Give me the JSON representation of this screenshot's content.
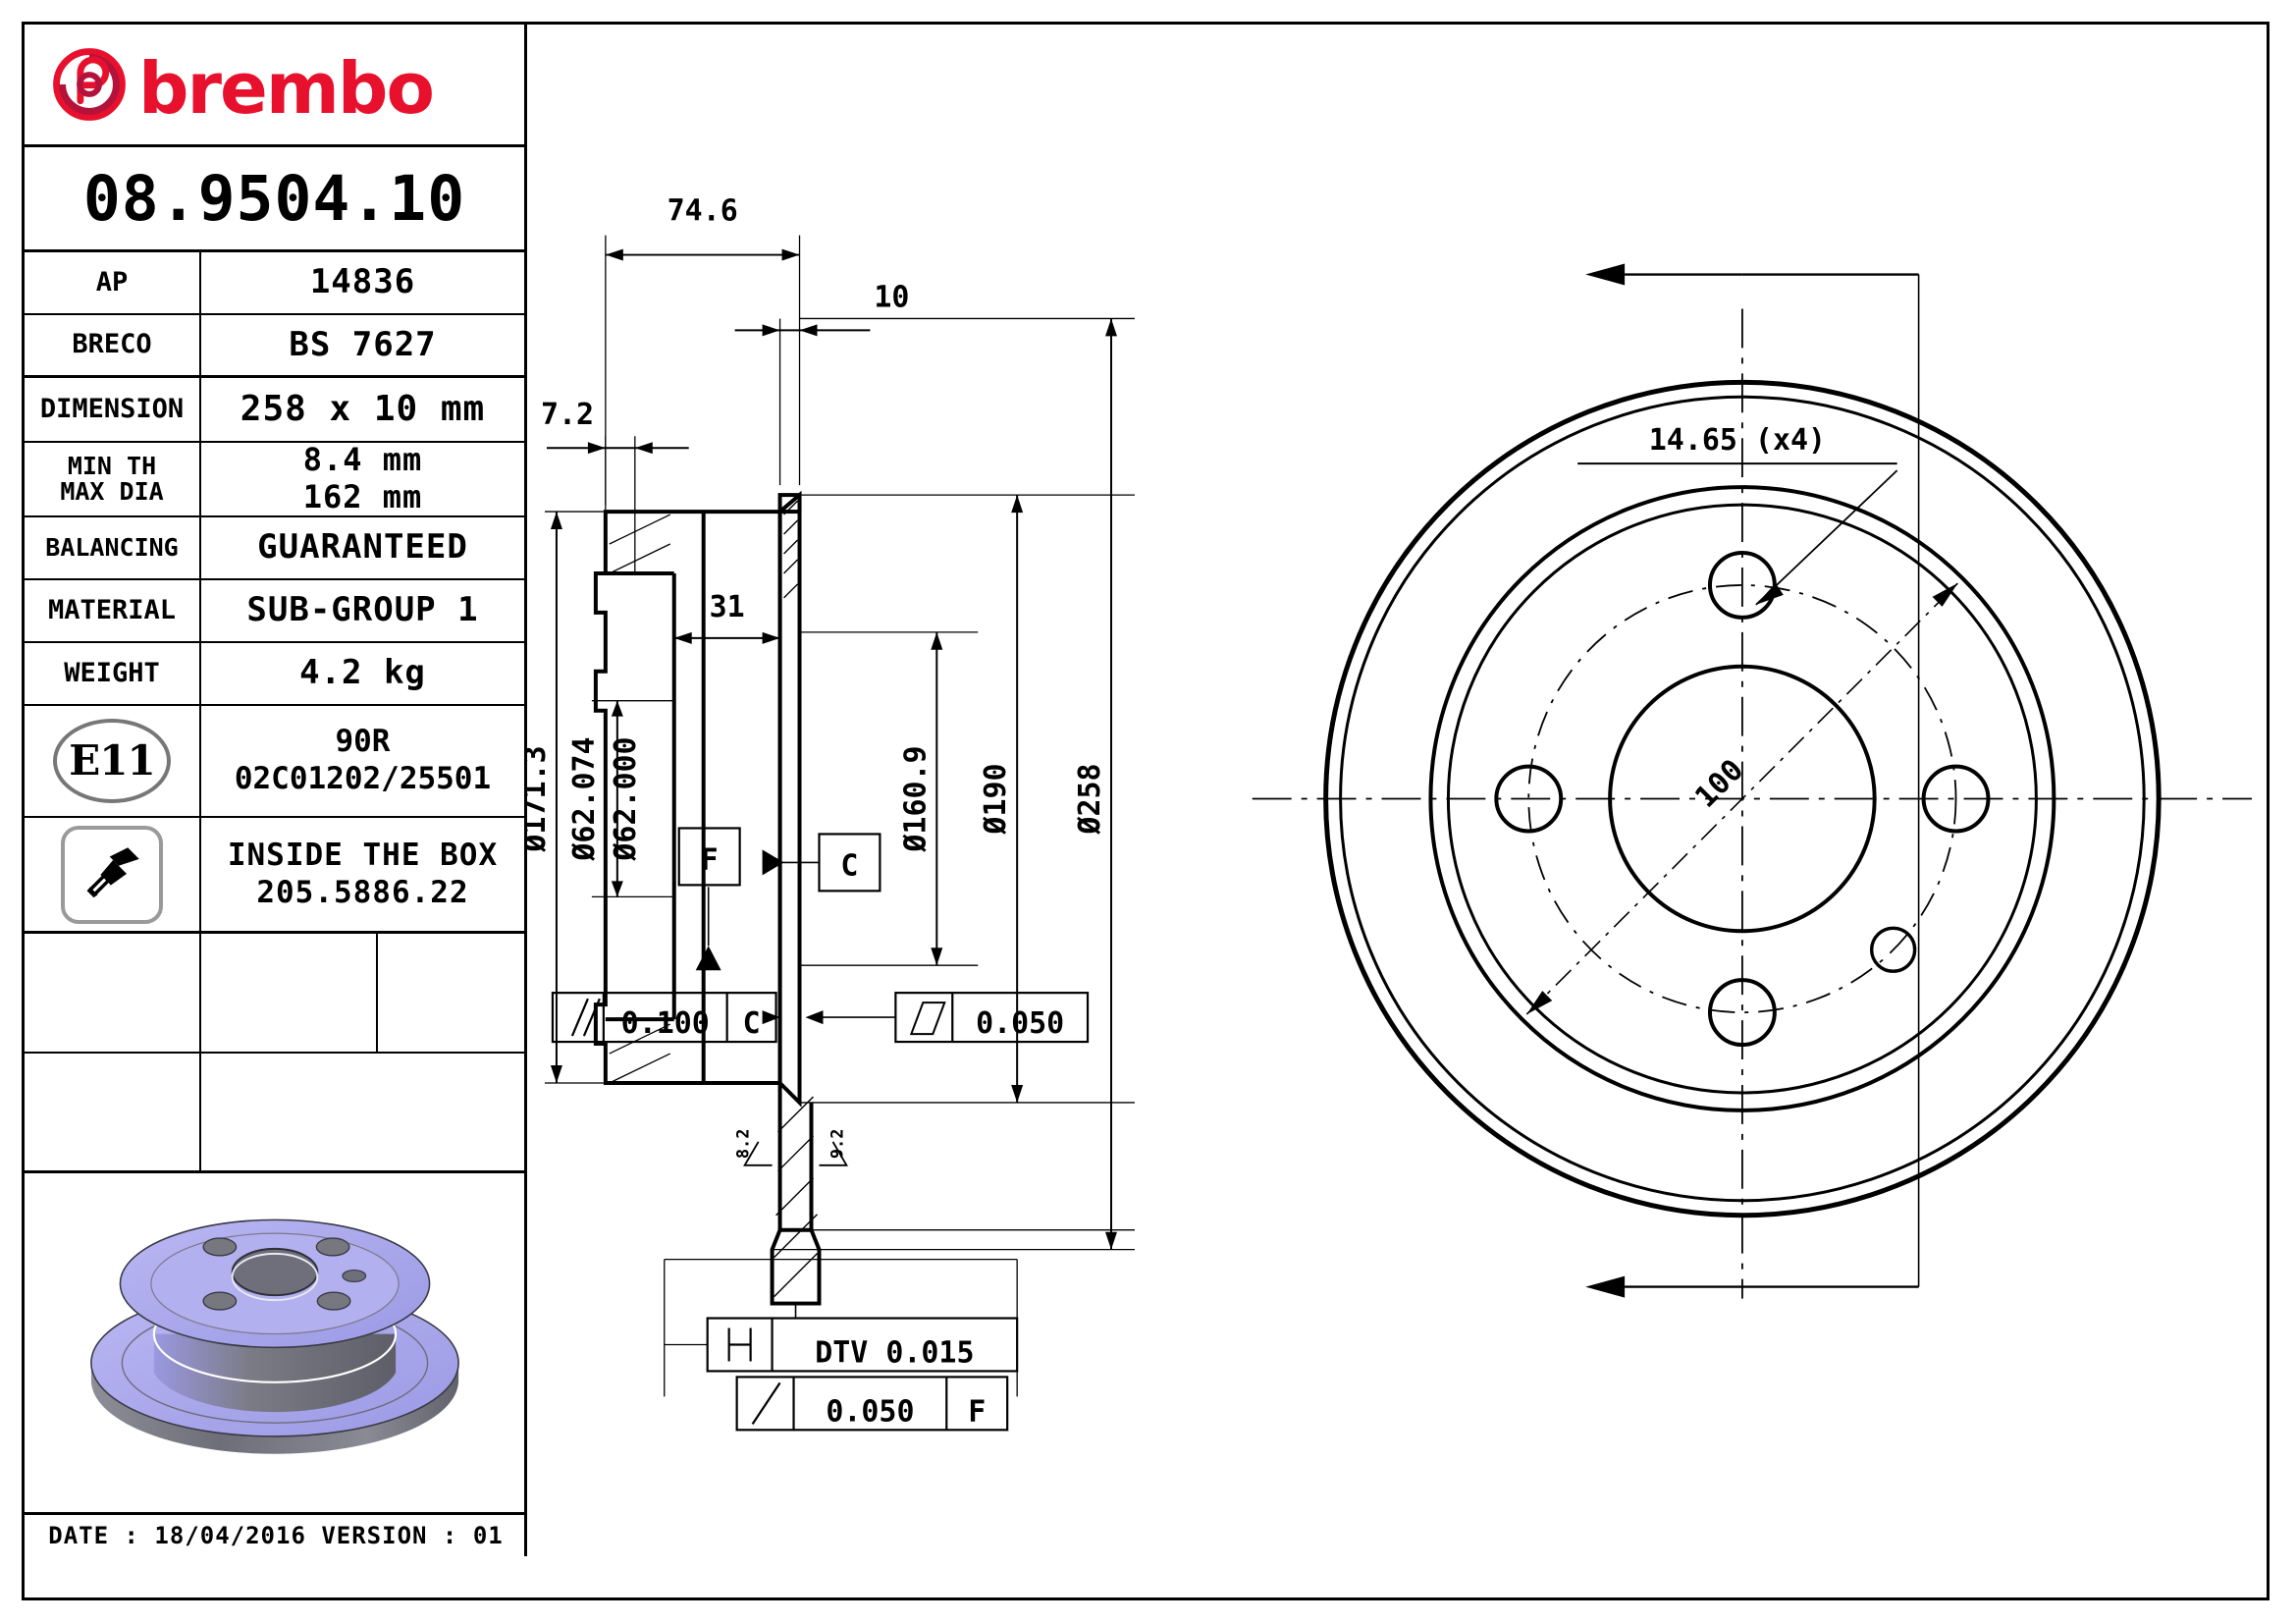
{
  "brand": {
    "name": "brembo",
    "logo_color": "#e8112d",
    "logo_icon": "brembo-swirl-icon"
  },
  "part": {
    "code": "08.9504.10"
  },
  "spec_rows": [
    {
      "label": "AP",
      "value": "14836"
    },
    {
      "label": "BRECO",
      "value": "BS 7627"
    },
    {
      "label": "DIMENSION",
      "value": "258 x 10 mm"
    },
    {
      "label": "MIN TH",
      "label2": "MAX DIA",
      "value": "8.4  mm",
      "value2": "162  mm"
    },
    {
      "label": "BALANCING",
      "value": "GUARANTEED"
    },
    {
      "label": "MATERIAL",
      "value": "SUB-GROUP 1"
    },
    {
      "label": "WEIGHT",
      "value": "4.2 kg"
    }
  ],
  "homologation": {
    "badge": "E11",
    "line1": "90R",
    "line2": "02C01202/25501"
  },
  "accessory": {
    "icon": "screw-icon",
    "line1": "INSIDE THE BOX",
    "line2": "205.5886.22"
  },
  "product_image": {
    "icon": "brake-disc-3d-render",
    "body_color": "#a8a6ec",
    "shade_color": "#76767f"
  },
  "footer": {
    "text": "DATE : 18/04/2016 VERSION : 01"
  },
  "drawing": {
    "section_view": {
      "dims": {
        "overall_width": "74.6",
        "disc_thickness": "10",
        "hat_flange_thickness": "7.2",
        "hat_depth": "31",
        "outer_hat_dia": "171.3",
        "bore_dia_max": "62.074",
        "bore_dia_min": "62.000",
        "inner_braking_dia": "160.9",
        "mid_dia": "190",
        "outer_dia": "258",
        "small_left": "8.2",
        "small_right": "9.2"
      },
      "datums": [
        "F",
        "C"
      ],
      "gdt": [
        {
          "symbol": "//",
          "tol": "0.100",
          "datum": "C"
        },
        {
          "symbol": "▱",
          "tol": "0.050",
          "datum": ""
        },
        {
          "symbol": "⌶",
          "tol": "DTV 0.015",
          "datum": ""
        },
        {
          "symbol": "⌒",
          "tol": "0.050",
          "datum": "F"
        }
      ]
    },
    "front_view": {
      "bolt_hole_dia": "14.65 (x4)",
      "bolt_circle_dia": "100"
    }
  }
}
